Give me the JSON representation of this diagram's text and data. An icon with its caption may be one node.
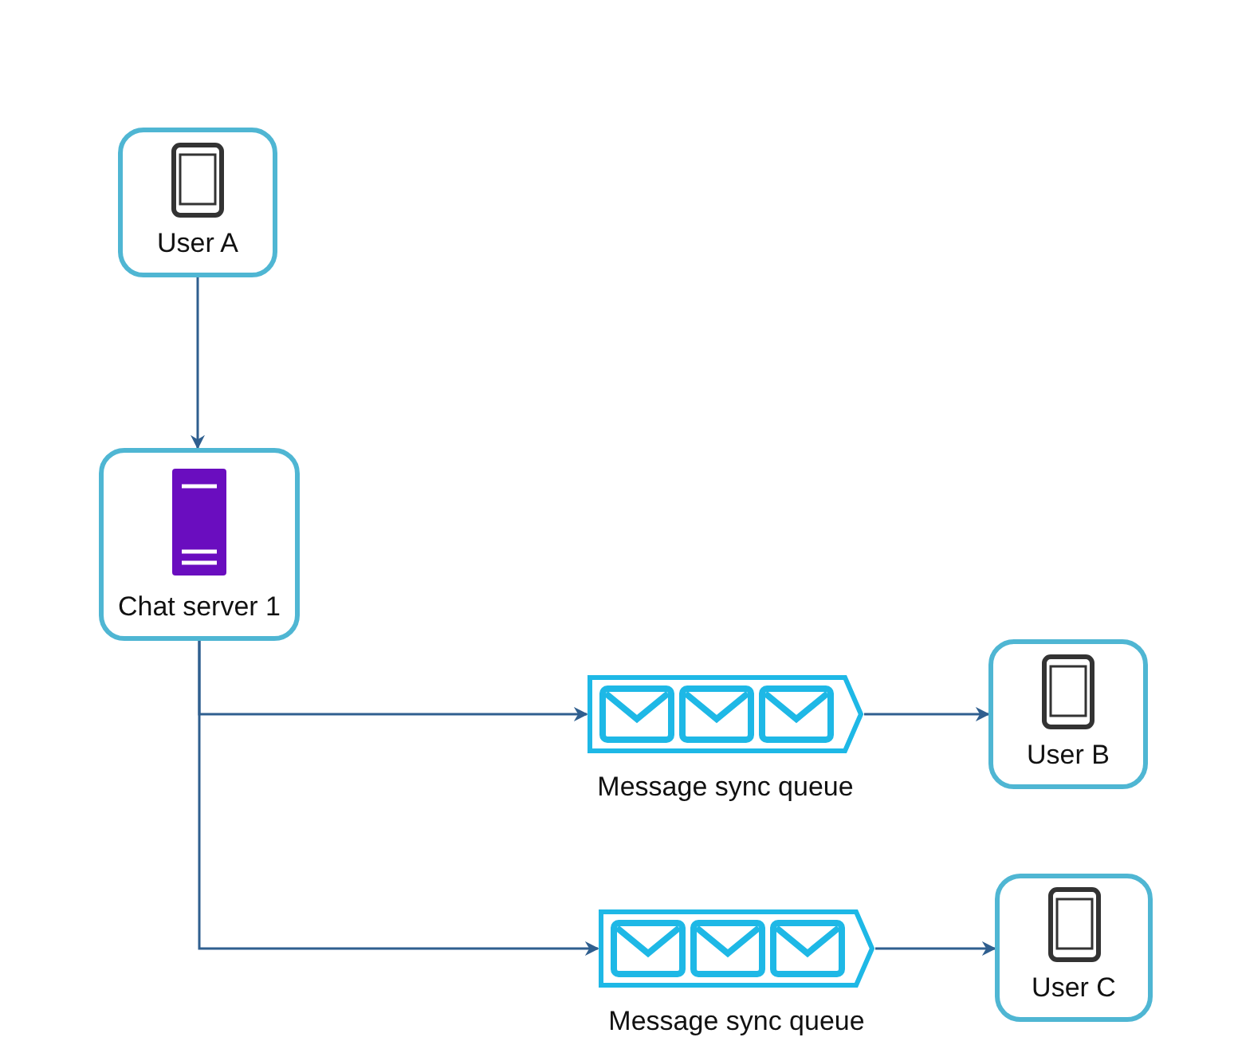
{
  "diagram": {
    "nodes": [
      {
        "text": [
          "User A"
        ]
      },
      {
        "text": [
          "Chat server 1"
        ]
      },
      {
        "text": [],
        "shape": "queue",
        "beside": [
          "Message sync queue"
        ]
      },
      {
        "text": [
          "User B"
        ]
      },
      {
        "text": [],
        "shape": "queue",
        "beside": [
          "Message sync queue"
        ]
      },
      {
        "text": [
          "User C"
        ]
      }
    ],
    "edges": [
      {
        "from": 0,
        "to": 1,
        "arrow": "to"
      },
      {
        "from": 1,
        "to": 2,
        "arrow": "to"
      },
      {
        "from": 2,
        "to": 3,
        "arrow": "to"
      },
      {
        "from": 1,
        "to": 4,
        "arrow": "to"
      },
      {
        "from": 4,
        "to": 5,
        "arrow": "to"
      }
    ]
  }
}
